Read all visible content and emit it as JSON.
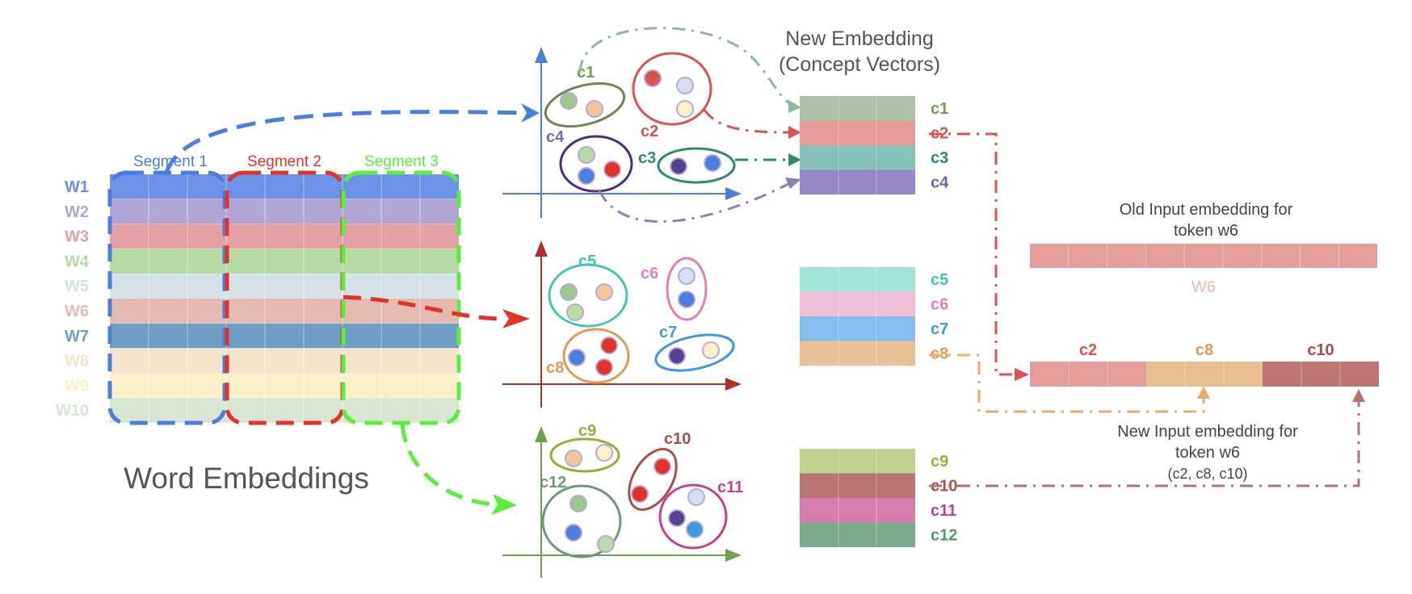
{
  "word_embeddings": {
    "title": "Word Embeddings",
    "segments": [
      {
        "label": "Segment 1",
        "color": "#4a7fe0"
      },
      {
        "label": "Segment 2",
        "color": "#e2332a"
      },
      {
        "label": "Segment 3",
        "color": "#5aef3a"
      }
    ],
    "rows": [
      {
        "label": "W1",
        "color": "#6b93e6"
      },
      {
        "label": "W2",
        "color": "#b1a5d6"
      },
      {
        "label": "W3",
        "color": "#e4a1a3"
      },
      {
        "label": "W4",
        "color": "#b7d9a4"
      },
      {
        "label": "W5",
        "color": "#d5e1e7"
      },
      {
        "label": "W6",
        "color": "#e4bab1"
      },
      {
        "label": "W7",
        "color": "#6e9ec4"
      },
      {
        "label": "W8",
        "color": "#f6e3cb"
      },
      {
        "label": "W9",
        "color": "#fbf0c8"
      },
      {
        "label": "W10",
        "color": "#d9e6d3"
      }
    ]
  },
  "clusters": {
    "c1": "c1",
    "c2": "c2",
    "c3": "c3",
    "c4": "c4",
    "c5": "c5",
    "c6": "c6",
    "c7": "c7",
    "c8": "c8",
    "c9": "c9",
    "c10": "c10",
    "c11": "c11",
    "c12": "c12"
  },
  "new_embedding": {
    "title_line1": "New Embedding",
    "title_line2": "(Concept Vectors)",
    "groups": [
      [
        {
          "label": "c1",
          "color": "#adc2a6",
          "text_color": "#6fa04a"
        },
        {
          "label": "c2",
          "color": "#e59b98",
          "text_color": "#d9534f"
        },
        {
          "label": "c3",
          "color": "#86c1b8",
          "text_color": "#2f8a74"
        },
        {
          "label": "c4",
          "color": "#9688c4",
          "text_color": "#7064aa"
        }
      ],
      [
        {
          "label": "c5",
          "color": "#a0e4d6",
          "text_color": "#3fc8b0"
        },
        {
          "label": "c6",
          "color": "#f4bdd6",
          "text_color": "#e77fb2"
        },
        {
          "label": "c7",
          "color": "#85bdee",
          "text_color": "#3f98e0"
        },
        {
          "label": "c8",
          "color": "#eabf93",
          "text_color": "#e09a55"
        }
      ],
      [
        {
          "label": "c9",
          "color": "#c0d08f",
          "text_color": "#97ad3c"
        },
        {
          "label": "c10",
          "color": "#b97572",
          "text_color": "#a84f4b"
        },
        {
          "label": "c11",
          "color": "#d77cae",
          "text_color": "#c83f8e"
        },
        {
          "label": "c12",
          "color": "#7aab8b",
          "text_color": "#4f9a6c"
        }
      ]
    ]
  },
  "old_input": {
    "title_line1": "Old Input embedding for",
    "title_line2": "token w6",
    "token_label": "W6",
    "color": "#e39d9a"
  },
  "new_input": {
    "parts": [
      {
        "label": "c2",
        "color": "#e39d9a",
        "text_color": "#d9534f"
      },
      {
        "label": "c8",
        "color": "#ebbe92",
        "text_color": "#e09a55"
      },
      {
        "label": "c10",
        "color": "#bb7572",
        "text_color": "#a84f4b"
      }
    ],
    "caption_line1": "New Input embedding for",
    "caption_line2": "token w6",
    "caption_line3": "(c2, c8, c10)"
  }
}
